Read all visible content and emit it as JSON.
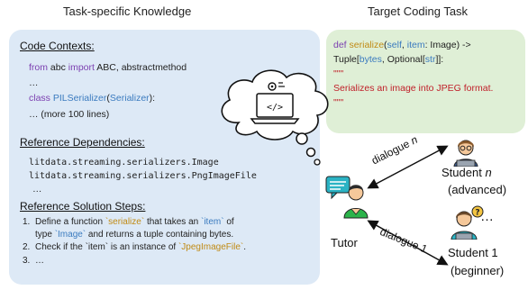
{
  "headings": {
    "left": "Task-specific Knowledge",
    "right": "Target Coding Task"
  },
  "code_contexts": {
    "title": "Code Contexts:",
    "line1": {
      "from": "from",
      "mod": " abc ",
      "import": "import",
      "rest": " ABC, abstractmethod"
    },
    "line2": "…",
    "line3": {
      "class": "class",
      "name": " PILSerializer",
      "open": "(",
      "base": "Serializer",
      "close": "):"
    },
    "line4": "… (more 100 lines)"
  },
  "reference_dependencies": {
    "title": "Reference Dependencies:",
    "items": [
      "litdata.streaming.serializers.Image",
      "litdata.streaming.serializers.PngImageFile"
    ],
    "more": "…"
  },
  "reference_steps": {
    "title": "Reference Solution Steps:",
    "step1": {
      "num": "1.",
      "a": "Define a function ",
      "fn": "`serialize`",
      "b": " that takes an ",
      "item": "`item`",
      "c": " of",
      "d": "type ",
      "type": "`Image`",
      "e": " and returns a tuple containing bytes."
    },
    "step2": {
      "num": "2.",
      "a": "Check if the `item` is an instance of ",
      "cls": "`JpegImageFile`",
      "b": "."
    },
    "step3": {
      "num": "3.",
      "a": "…"
    }
  },
  "target_task": {
    "def": "def",
    "fname": " serialize",
    "p1": "(",
    "self": "self",
    "p2": ",  ",
    "item": "item",
    "p3": ": Image) ->",
    "ret1": "Tuple[",
    "bytes": "bytes",
    "ret2": ", Optional[",
    "str": "str",
    "ret3": "]]:",
    "q1": "\"\"\"",
    "doc": "Serializes an image into JPEG format.",
    "q2": "\"\"\""
  },
  "roles": {
    "tutor": "Tutor",
    "student_n": "Student",
    "student_n_var": "n",
    "student_n_level": "(advanced)",
    "ellipsis": "…",
    "student_1": "Student 1",
    "student_1_level": "(beginner)"
  },
  "dialogues": {
    "top_text": "dialogue",
    "top_var": "n",
    "bottom": "dialogue 1"
  },
  "colors": {
    "left_panel": "#dde9f6",
    "right_panel": "#dfefd6",
    "keyword": "#7b3fb0",
    "class": "#3b7bbf",
    "function": "#c08a14",
    "docstring": "#c0202a"
  }
}
